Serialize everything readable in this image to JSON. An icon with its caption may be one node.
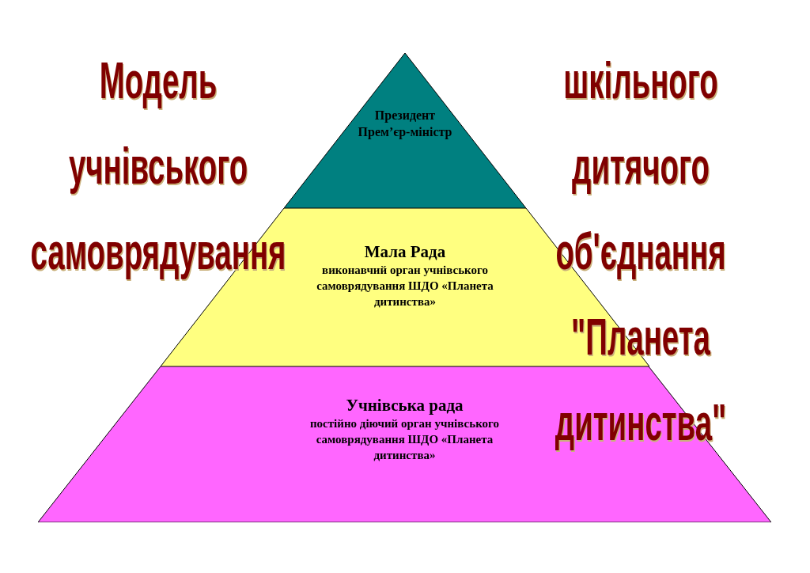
{
  "diagram": {
    "nodes": [
      {
        "text": [
          "Президент",
          "Прем’єр-міністр"
        ]
      },
      {
        "text": [
          "Мала Рада",
          "виконавчий орган учнівського самоврядування ШДО «Планета дитинства»"
        ]
      },
      {
        "text": [
          "Учнівська рада",
          "постійно діючий орган учнівського самоврядування ШДО «Планета дитинства»"
        ]
      }
    ],
    "labels": [
      "Модель учнівського самоврядування",
      "шкільного дитячого об'єднання \"Планета дитинства\""
    ]
  }
}
